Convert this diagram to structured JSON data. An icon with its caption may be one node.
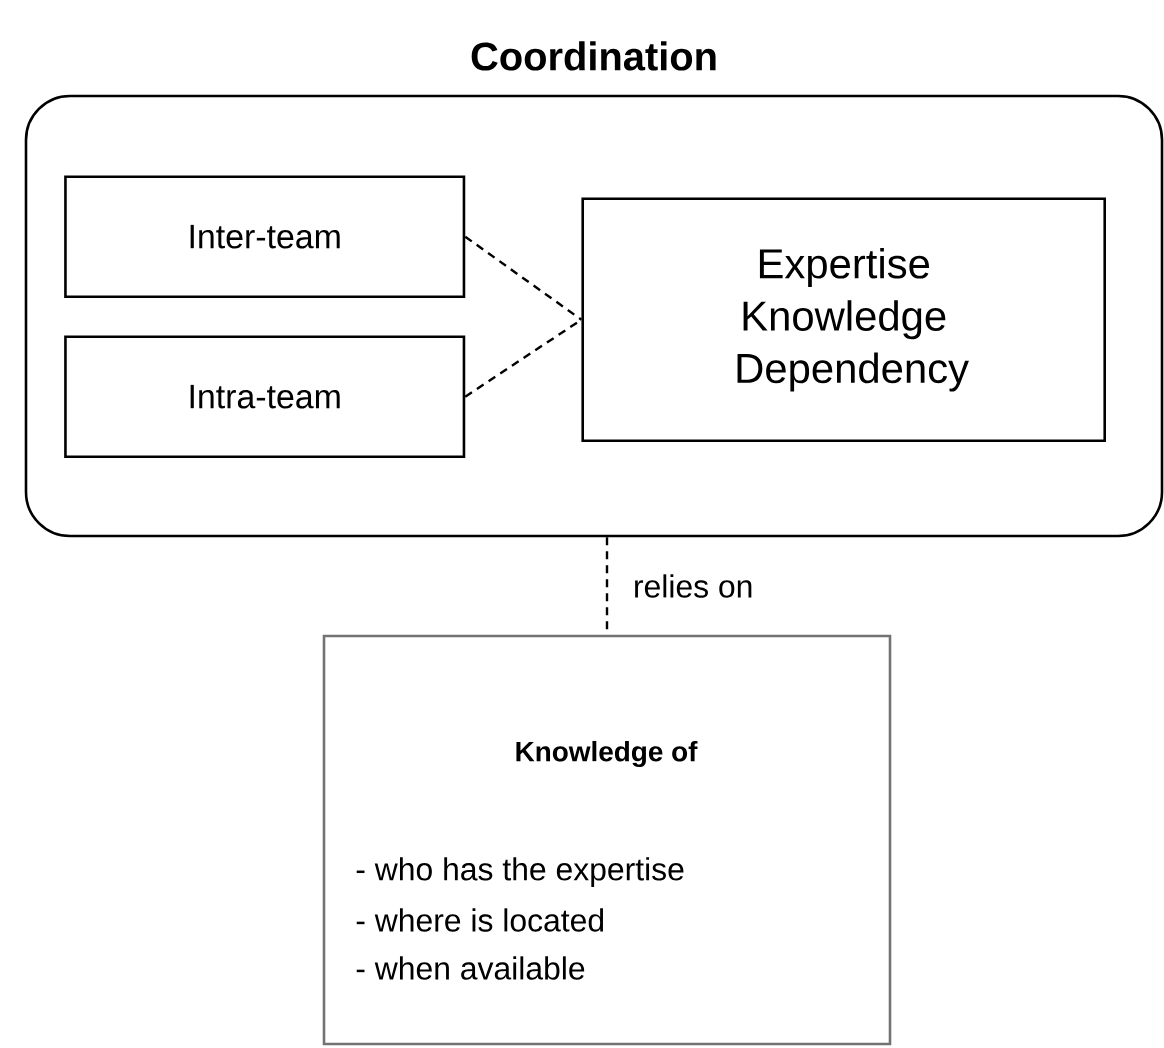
{
  "diagram": {
    "nodes": [
      {
        "text": [
          "Coordination"
        ]
      },
      {
        "text": [
          "Inter-team"
        ],
        "in": 0
      },
      {
        "text": [
          "Intra-team"
        ],
        "in": 0
      },
      {
        "text": [
          "Expertise Knowledge Dependency"
        ],
        "in": 0
      },
      {
        "text": [
          "Knowledge of",
          "- who has the expertise",
          "- where is located",
          "- when available"
        ]
      }
    ],
    "edges": [
      {
        "from": 1,
        "to": 3,
        "arrow": "none",
        "style": "dashed"
      },
      {
        "from": 2,
        "to": 3,
        "arrow": "none",
        "style": "dashed"
      },
      {
        "from": 0,
        "to": 4,
        "arrow": "none",
        "style": "dashed",
        "label": "relies on"
      }
    ]
  }
}
